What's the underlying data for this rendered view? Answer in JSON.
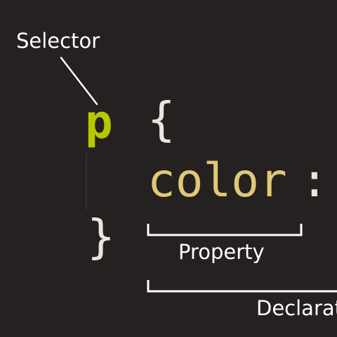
{
  "labels": {
    "selector": "Selector",
    "property": "Property",
    "declaration": "Declarat"
  },
  "code": {
    "selector": "p",
    "open_brace": "{",
    "property": "color",
    "colon": ":",
    "close_brace": "}"
  },
  "colors": {
    "background": "#242120",
    "selector": "#b6c800",
    "property": "#e0c878",
    "punctuation": "#e9e6e2",
    "annotation": "#ffffff"
  }
}
